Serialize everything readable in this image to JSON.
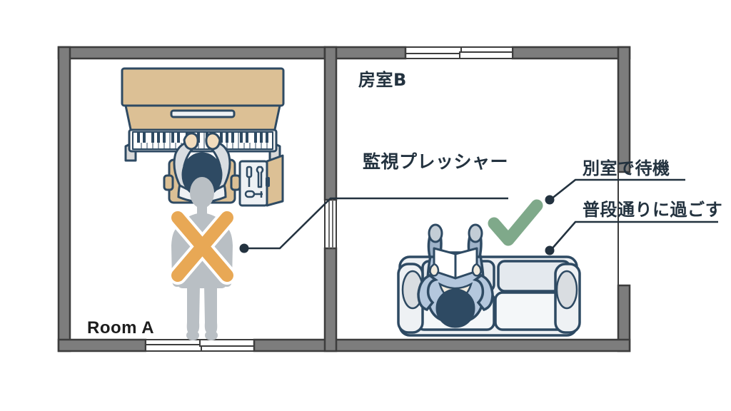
{
  "diagram": {
    "title_alt": "Two-room floor plan: practice vs. waiting",
    "background_color": "#ffffff"
  },
  "rooms": [
    {
      "id": "room-a",
      "label": "Room A",
      "label_lang": "en"
    },
    {
      "id": "room-b",
      "label": "房室B",
      "label_lang": "ja"
    }
  ],
  "annotations": [
    {
      "id": "pressure",
      "label": "監視プレッシャー",
      "side": "left",
      "dot_color": "#23323f"
    },
    {
      "id": "wait",
      "label": "別室で待機",
      "side": "right",
      "dot_color": "#23323f"
    },
    {
      "id": "normal",
      "label": "普段通りに過ごす",
      "side": "right",
      "dot_color": "#23323f"
    }
  ],
  "marks": [
    {
      "id": "cross",
      "symbol": "x-mark",
      "color": "#e8a855",
      "meaning": "not allowed"
    },
    {
      "id": "check",
      "symbol": "check-mark",
      "color": "#7fa98a",
      "meaning": "allowed"
    }
  ],
  "objects": [
    {
      "id": "piano",
      "name": "upright-piano",
      "room": "room-a",
      "color": "#dcc095"
    },
    {
      "id": "toolbox",
      "name": "tool-case",
      "room": "room-a",
      "color": "#dcc095"
    },
    {
      "id": "pianist",
      "name": "person-playing-piano",
      "room": "room-a"
    },
    {
      "id": "standing-person",
      "name": "person-standing",
      "room": "room-a",
      "color": "#b9bfc4"
    },
    {
      "id": "sofa",
      "name": "sofa",
      "room": "room-b",
      "color": "#eef1f4"
    },
    {
      "id": "reader",
      "name": "person-reading-book",
      "room": "room-b"
    }
  ],
  "openings": [
    {
      "id": "window-b-top",
      "name": "sliding-window",
      "wall": "top-right"
    },
    {
      "id": "door-a-bottom",
      "name": "sliding-door",
      "wall": "bottom-left"
    },
    {
      "id": "door-middle",
      "name": "doorway-gap",
      "wall": "center"
    }
  ],
  "palette": {
    "wall": "#7d7d7d",
    "wall_outline": "#3d3d3d",
    "ink": "#23323f",
    "wood": "#dcc095",
    "grey_person": "#b9bfc4",
    "blue_cloth": "#b4c7dd",
    "hair": "#2e4a63",
    "sofa": "#eef1f4",
    "orange": "#e8a855",
    "green": "#7fa98a"
  }
}
